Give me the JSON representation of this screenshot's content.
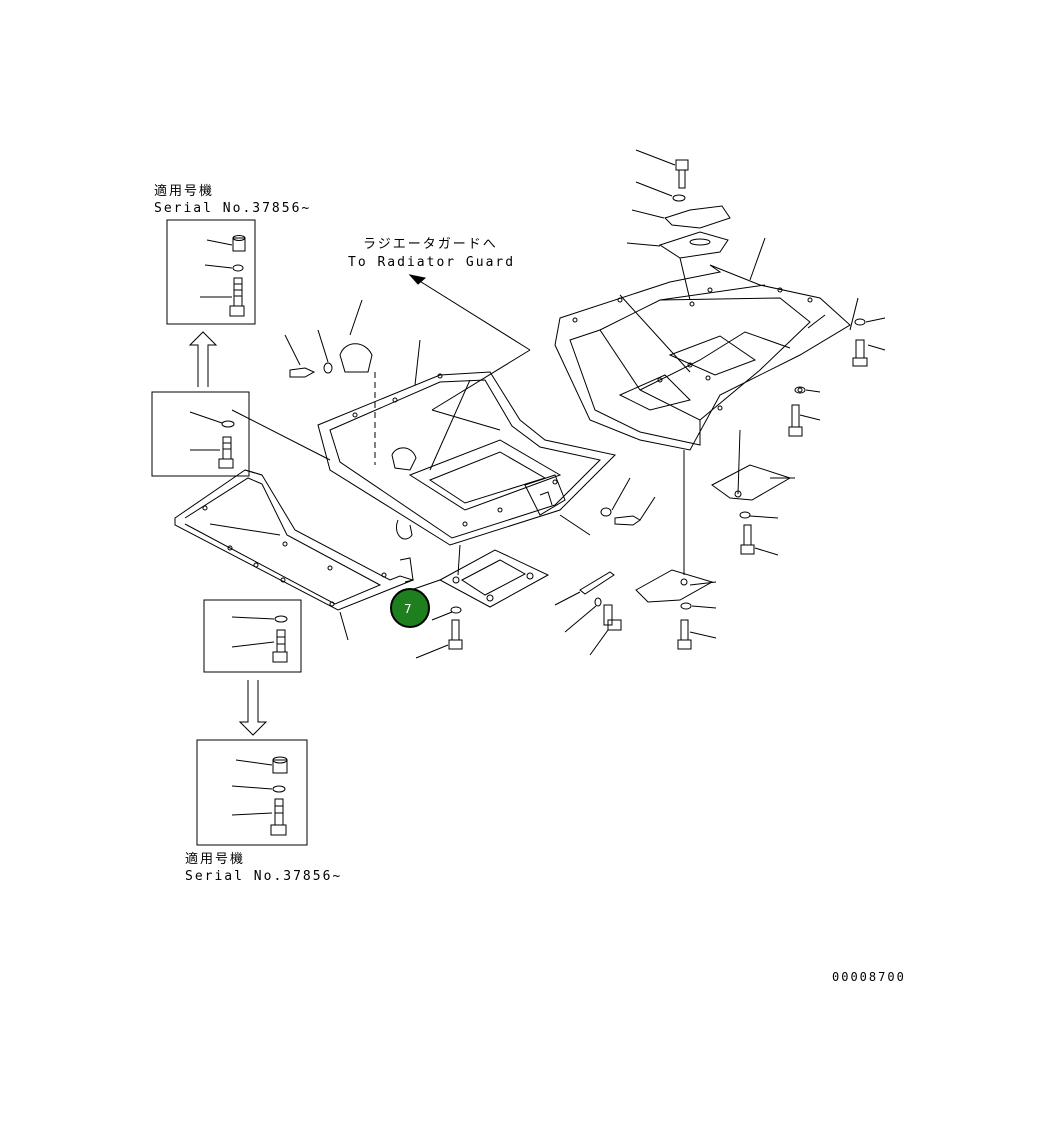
{
  "labels": {
    "serial_top_jp": "適用号機",
    "serial_top_en": "Serial No.37856~",
    "radiator_jp": "ラジエータガードへ",
    "radiator_en": "To Radiator Guard",
    "serial_bottom_jp": "適用号機",
    "serial_bottom_en": "Serial No.37856~",
    "drawing_number": "00008700"
  },
  "callout": {
    "number": "7",
    "color": "#1e7f1e"
  }
}
